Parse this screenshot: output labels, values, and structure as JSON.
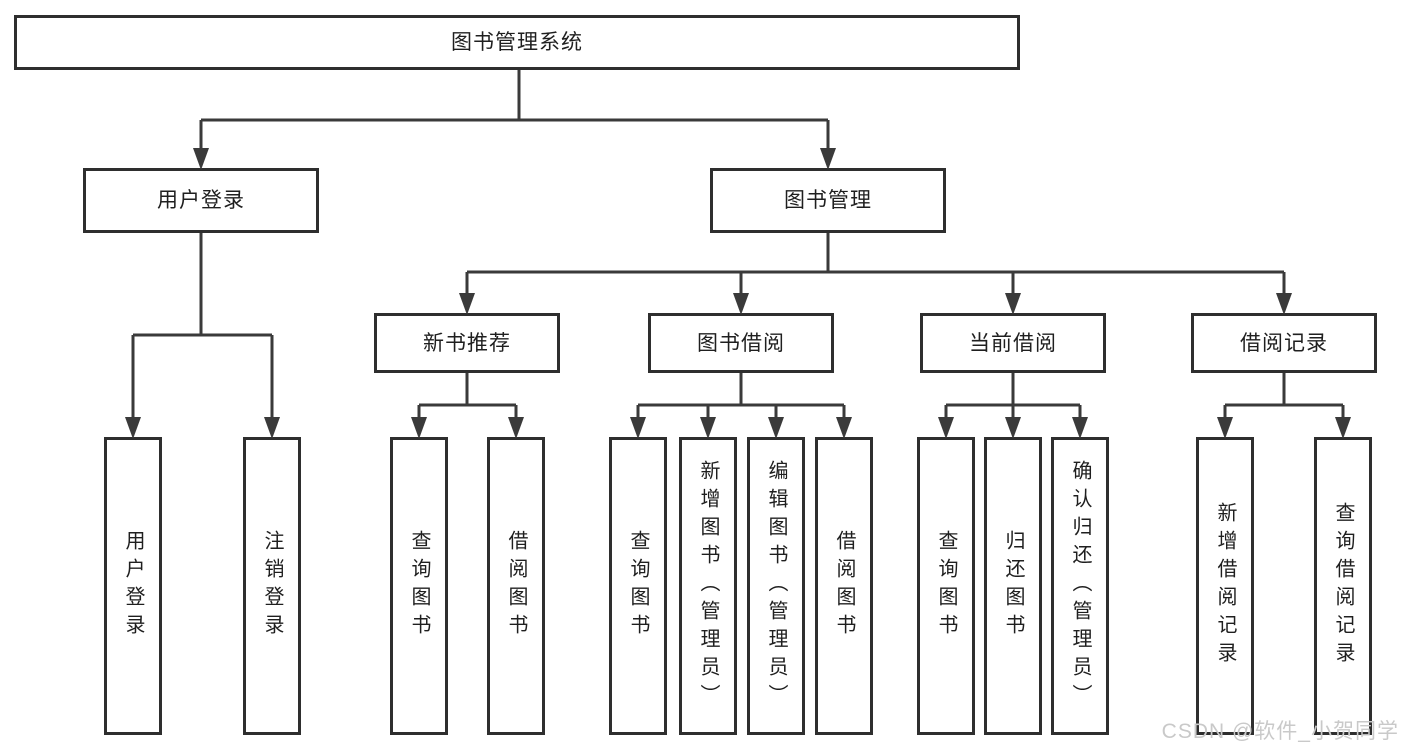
{
  "colors": {
    "background": "#ffffff",
    "line": "#3a3a3a",
    "box_border": "#2e2e2e",
    "box_fill": "#ffffff",
    "text": "#1f1f1f",
    "watermark": "#c9c9c9"
  },
  "watermark": "CSDN @软件_小贺同学",
  "tree": {
    "id": "root",
    "label": "图书管理系统",
    "children": [
      {
        "id": "user-login",
        "label": "用户登录",
        "children": [
          {
            "id": "leaf-user-login",
            "label": "用户登录"
          },
          {
            "id": "leaf-logout",
            "label": "注销登录"
          }
        ]
      },
      {
        "id": "book-management",
        "label": "图书管理",
        "children": [
          {
            "id": "new-book-recommend",
            "label": "新书推荐",
            "children": [
              {
                "id": "leaf-query-books-a",
                "label": "查询图书"
              },
              {
                "id": "leaf-borrow-books-a",
                "label": "借阅图书"
              }
            ]
          },
          {
            "id": "book-borrowing",
            "label": "图书借阅",
            "children": [
              {
                "id": "leaf-query-books-b",
                "label": "查询图书"
              },
              {
                "id": "leaf-add-book-admin",
                "label": "新增图书（管理员）"
              },
              {
                "id": "leaf-edit-book-admin",
                "label": "编辑图书（管理员）"
              },
              {
                "id": "leaf-borrow-books-b",
                "label": "借阅图书"
              }
            ]
          },
          {
            "id": "current-borrowing",
            "label": "当前借阅",
            "children": [
              {
                "id": "leaf-query-books-c",
                "label": "查询图书"
              },
              {
                "id": "leaf-return-books",
                "label": "归还图书"
              },
              {
                "id": "leaf-confirm-return-admin",
                "label": "确认归还（管理员）"
              }
            ]
          },
          {
            "id": "borrowing-records",
            "label": "借阅记录",
            "children": [
              {
                "id": "leaf-add-borrow-record",
                "label": "新增借阅记录"
              },
              {
                "id": "leaf-query-borrow-record",
                "label": "查询借阅记录"
              }
            ]
          }
        ]
      }
    ]
  }
}
